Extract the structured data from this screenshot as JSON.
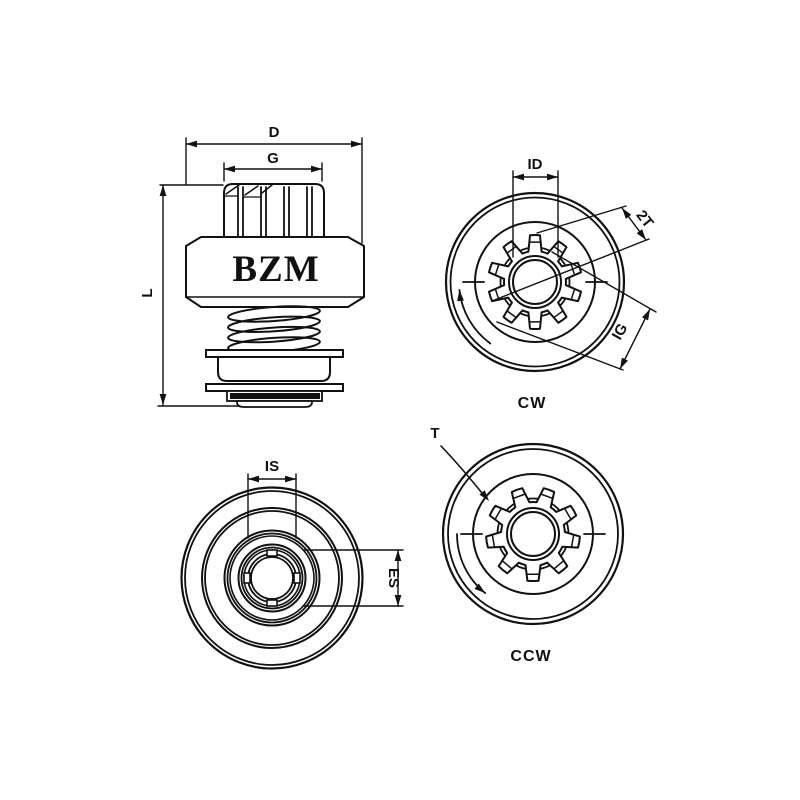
{
  "diagram": {
    "brand_label": "BZM",
    "side_view": {
      "dim_overall_diameter": "D",
      "dim_gear_width": "G",
      "dim_overall_length": "L"
    },
    "cw_view": {
      "dim_inside_diameter": "ID",
      "dim_two_teeth": "2T",
      "dim_internal_gear": "IG",
      "rotation_caption": "CW"
    },
    "rear_view": {
      "dim_internal_spline": "IS",
      "dim_external_spline": "ES"
    },
    "ccw_view": {
      "dim_tooth": "T",
      "rotation_caption": "CCW"
    },
    "colors": {
      "line": "#111111",
      "background": "#ffffff"
    }
  }
}
